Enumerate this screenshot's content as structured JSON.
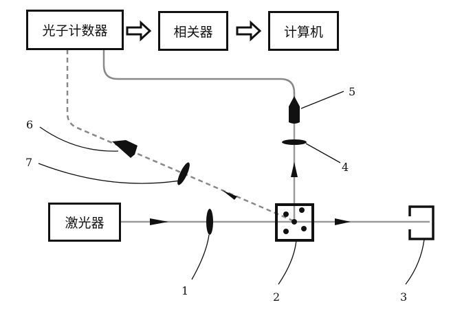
{
  "boxes": {
    "photon_counter": "光子计数器",
    "correlator": "相关器",
    "computer": "计算机",
    "laser": "激光器"
  },
  "labels": {
    "l1": "1",
    "l2": "2",
    "l3": "3",
    "l4": "4",
    "l5": "5",
    "l6": "6",
    "l7": "7"
  },
  "colors": {
    "beam": "#999999",
    "ink": "#111111"
  }
}
